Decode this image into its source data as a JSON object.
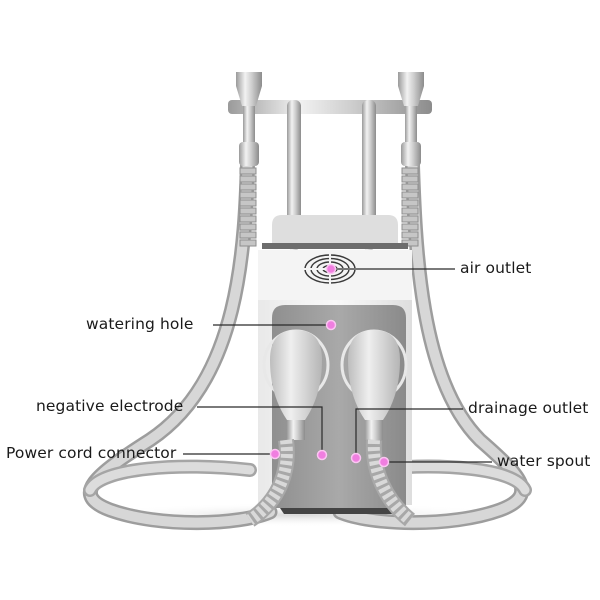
{
  "diagram": {
    "subject": "Cryolipolysis slimming machine with two handpieces",
    "marker_color": "#f07ee0",
    "labels": {
      "air_outlet": "air outlet",
      "watering_hole": "watering hole",
      "negative_electrode": "negative electrode",
      "power_cord_connector": "Power cord connector",
      "drainage_outlet": "drainage outlet",
      "water_spout": "water spout"
    }
  }
}
